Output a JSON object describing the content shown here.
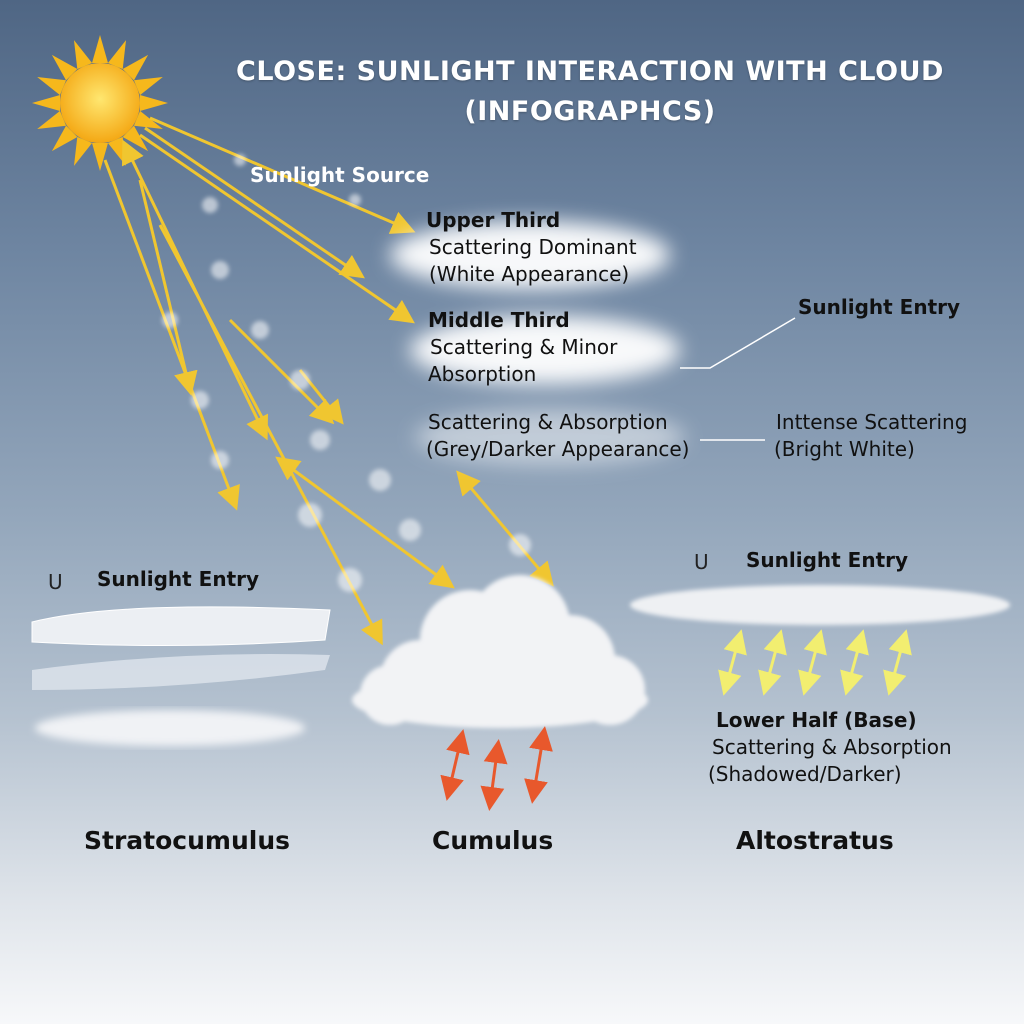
{
  "title": {
    "line1": "CLOSE: SUNLIGHT INTERACTION WITH CLOUD",
    "line2": "(INFOGRAPHCS)"
  },
  "labels": {
    "sunlight_source": "Sunlight Source",
    "upper_third": {
      "heading": "Upper Third",
      "line1": "Scattering Dominant",
      "line2": "(White Appearance)"
    },
    "middle_third": {
      "heading": "Middle Third",
      "line1": "Scattering & Minor",
      "line2": "Absorption"
    },
    "lower": {
      "line1": "Scattering & Absorption",
      "line2": "(Grey/Darker Appearance)"
    },
    "sunlight_entry_right": "Sunlight Entry",
    "intense": {
      "line1": "Inttense Scattering",
      "line2": "(Bright White)"
    },
    "stratocumulus_entry": "Sunlight Entry",
    "altostratus_entry": "Sunlight Entry",
    "lower_half": {
      "heading": "Lower Half (Base)",
      "line1": "Scattering & Absorption",
      "line2": "(Shadowed/Darker)"
    }
  },
  "cloud_types": [
    "Stratocumulus",
    "Cumulus",
    "Altostratus"
  ],
  "icons": {
    "entry_marker": "U"
  },
  "colors": {
    "sun": "#f6b81c",
    "ray": "#f0c630",
    "red_arrow": "#e8582c",
    "sky_top": "#4f6684"
  }
}
